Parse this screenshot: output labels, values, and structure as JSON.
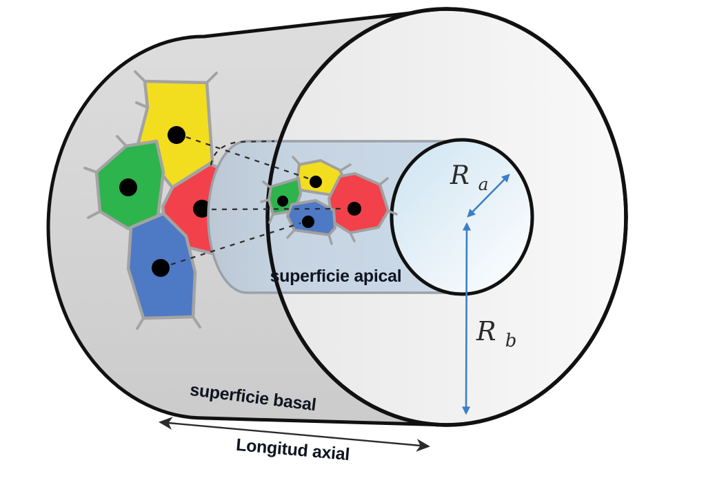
{
  "diagram": {
    "description": "epithelial tube geometry diagram with basal and apical cell surfaces",
    "labels": {
      "apical_surface": "superficie apical",
      "basal_surface": "superficie basal",
      "axial_length": "Longitud axial",
      "apical_radius": {
        "symbol": "R",
        "subscript": "a"
      },
      "basal_radius": {
        "symbol": "R",
        "subscript": "b"
      }
    },
    "colors": {
      "cell_yellow": "#f3dd1f",
      "cell_green": "#2db44c",
      "cell_red": "#f2414a",
      "cell_blue": "#4e79c5",
      "cell_border": "#a3a3a3",
      "nucleus": "#000000",
      "tube_fill_left": "#bcc8d4",
      "tube_fill_right": "#cbdae8",
      "lumen_blue": "#cde3f1",
      "body_gray": "#d8d8d8",
      "disc_light": "#efefef",
      "outline_black": "#111111",
      "arrow_blue": "#3b7ec5",
      "arrow_black": "#2b2b2b",
      "label_dark": "#0f1420"
    },
    "cells": {
      "basal_cluster": [
        {
          "name": "yellow-basal-cell",
          "color": "#f3dd1f"
        },
        {
          "name": "green-basal-cell",
          "color": "#2db44c"
        },
        {
          "name": "red-basal-cell",
          "color": "#f2414a"
        },
        {
          "name": "blue-basal-cell",
          "color": "#4e79c5"
        }
      ],
      "apical_cluster": [
        {
          "name": "yellow-apical-cell",
          "color": "#f3dd1f"
        },
        {
          "name": "green-apical-cell",
          "color": "#2db44c"
        },
        {
          "name": "red-apical-cell",
          "color": "#f2414a"
        },
        {
          "name": "blue-apical-cell",
          "color": "#4e79c5"
        }
      ]
    }
  }
}
